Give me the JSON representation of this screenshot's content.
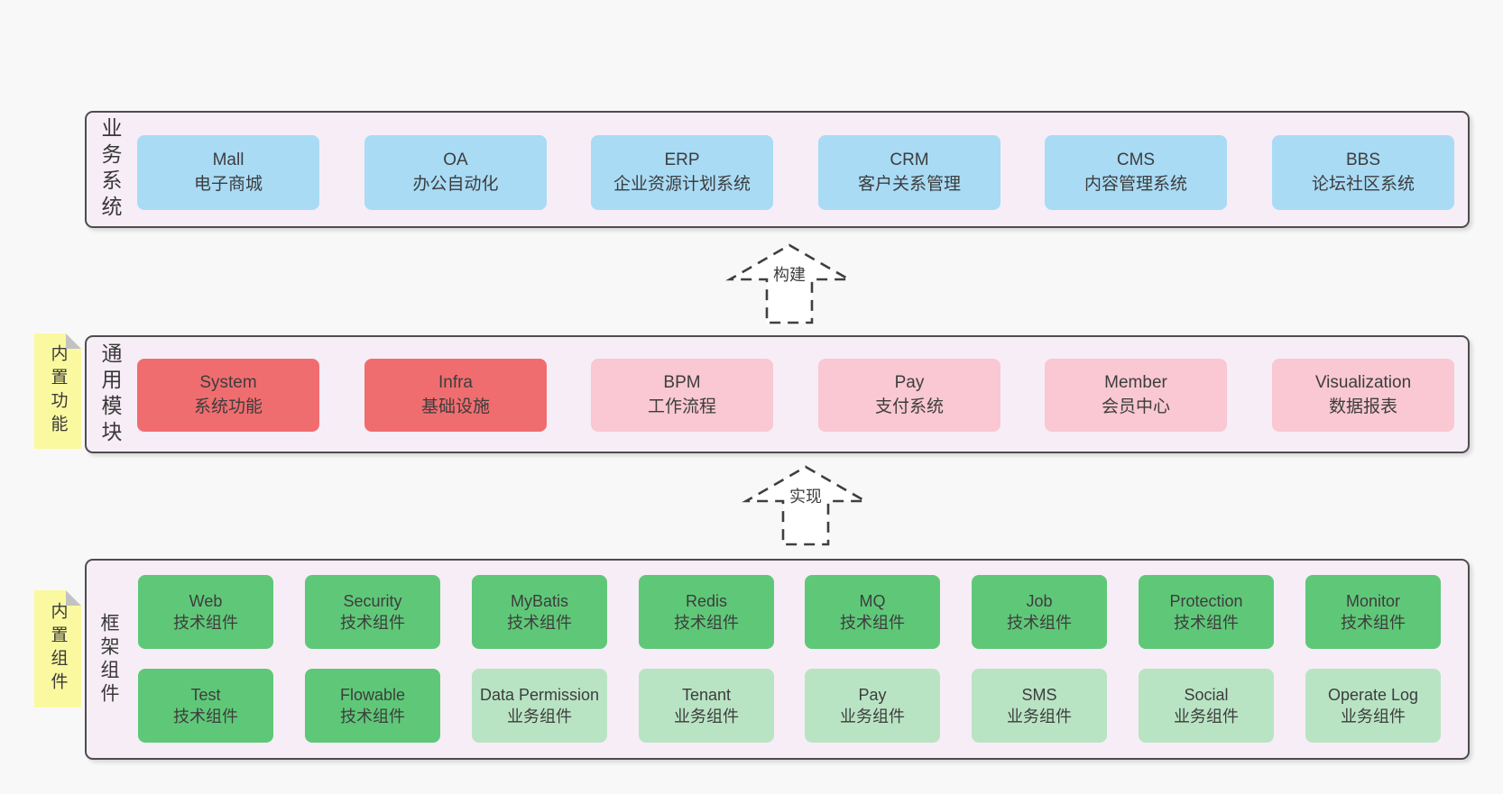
{
  "colors": {
    "page_bg": "#f8f8f8",
    "panel_bg": "#f7edf6",
    "panel_border": "#4d4d4d",
    "blue": "#a9dbf5",
    "red": "#f06d6f",
    "pink": "#f9c8d2",
    "green": "#5fc878",
    "lightgreen": "#b9e4c4",
    "tab_yellow": "#fbf9a0",
    "fold_gray": "#c2c2c2",
    "arrow_stroke": "#3f3f3f",
    "text": "#3d3d3d"
  },
  "sections": {
    "business": {
      "label": "业务系统",
      "boxes": [
        {
          "title": "Mall",
          "subtitle": "电子商城"
        },
        {
          "title": "OA",
          "subtitle": "办公自动化"
        },
        {
          "title": "ERP",
          "subtitle": "企业资源计划系统"
        },
        {
          "title": "CRM",
          "subtitle": "客户关系管理"
        },
        {
          "title": "CMS",
          "subtitle": "内容管理系统"
        },
        {
          "title": "BBS",
          "subtitle": "论坛社区系统"
        }
      ]
    },
    "modules": {
      "label": "通用模块",
      "tab": "内置功能",
      "boxes": [
        {
          "title": "System",
          "subtitle": "系统功能"
        },
        {
          "title": "Infra",
          "subtitle": "基础设施"
        },
        {
          "title": "BPM",
          "subtitle": "工作流程"
        },
        {
          "title": "Pay",
          "subtitle": "支付系统"
        },
        {
          "title": "Member",
          "subtitle": "会员中心"
        },
        {
          "title": "Visualization",
          "subtitle": "数据报表"
        }
      ]
    },
    "framework": {
      "label": "框架组件",
      "tab": "内置组件",
      "row1": [
        {
          "title": "Web",
          "subtitle": "技术组件"
        },
        {
          "title": "Security",
          "subtitle": "技术组件"
        },
        {
          "title": "MyBatis",
          "subtitle": "技术组件"
        },
        {
          "title": "Redis",
          "subtitle": "技术组件"
        },
        {
          "title": "MQ",
          "subtitle": "技术组件"
        },
        {
          "title": "Job",
          "subtitle": "技术组件"
        },
        {
          "title": "Protection",
          "subtitle": "技术组件"
        },
        {
          "title": "Monitor",
          "subtitle": "技术组件"
        }
      ],
      "row2": [
        {
          "title": "Test",
          "subtitle": "技术组件"
        },
        {
          "title": "Flowable",
          "subtitle": "技术组件"
        },
        {
          "title": "Data Permission",
          "subtitle": "业务组件"
        },
        {
          "title": "Tenant",
          "subtitle": "业务组件"
        },
        {
          "title": "Pay",
          "subtitle": "业务组件"
        },
        {
          "title": "SMS",
          "subtitle": "业务组件"
        },
        {
          "title": "Social",
          "subtitle": "业务组件"
        },
        {
          "title": "Operate Log",
          "subtitle": "业务组件"
        }
      ]
    }
  },
  "arrows": [
    {
      "label": "构建"
    },
    {
      "label": "实现"
    }
  ]
}
